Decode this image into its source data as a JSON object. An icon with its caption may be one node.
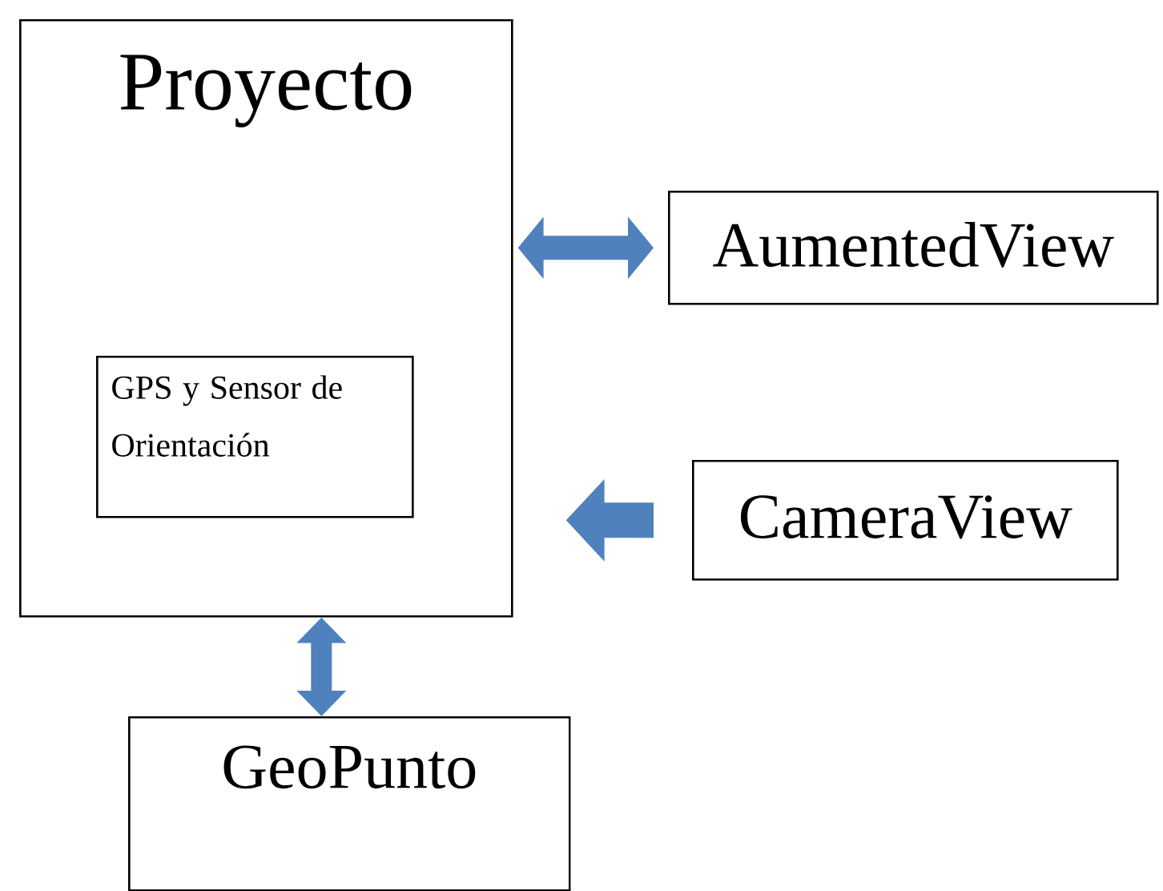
{
  "diagram": {
    "nodes": [
      {
        "text": [
          "Proyecto"
        ]
      },
      {
        "text": [
          "GPS y Sensor de Orientación"
        ],
        "in": 0
      },
      {
        "text": [
          "AumentedView"
        ]
      },
      {
        "text": [
          "CameraView"
        ]
      },
      {
        "text": [
          "GeoPunto"
        ]
      }
    ],
    "edges": [
      {
        "from": 2,
        "to": 0,
        "arrow": "both"
      },
      {
        "from": 3,
        "to": 0,
        "arrow": "to"
      },
      {
        "from": 0,
        "to": 4,
        "arrow": "both"
      }
    ]
  }
}
